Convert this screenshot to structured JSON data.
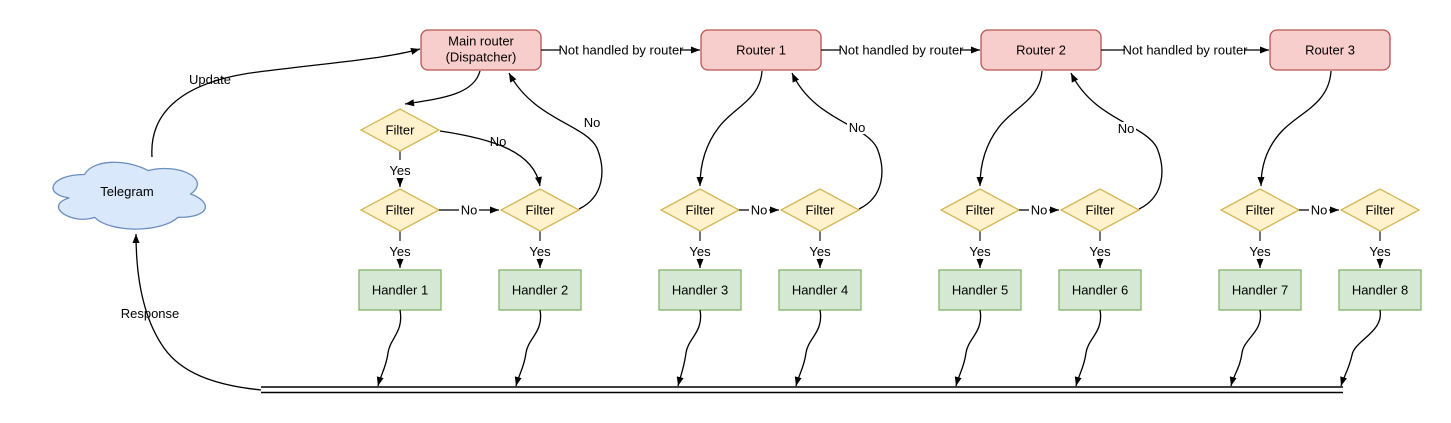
{
  "colors": {
    "cloud_fill": "#dae8fc",
    "cloud_stroke": "#6c8ebf",
    "router_fill": "#f8cecc",
    "router_stroke": "#b85450",
    "filter_fill": "#fff2cc",
    "filter_stroke": "#d6b656",
    "handler_fill": "#d5e8d4",
    "handler_stroke": "#82b366",
    "line": "#000000",
    "stub": "#666666",
    "text": "#000000",
    "bg": "#ffffff"
  },
  "cloud": {
    "label": "Telegram"
  },
  "edge_labels": {
    "update": "Update",
    "response": "Response",
    "yes": "Yes",
    "no": "No",
    "not_handled": "Not handled by router"
  },
  "routers": [
    {
      "label": "Main router",
      "sublabel": "(Dispatcher)"
    },
    {
      "label": "Router 1"
    },
    {
      "label": "Router 2"
    },
    {
      "label": "Router 3"
    }
  ],
  "filter_label": "Filter",
  "handlers": [
    "Handler 1",
    "Handler 2",
    "Handler 3",
    "Handler 4",
    "Handler 5",
    "Handler 6",
    "Handler 7",
    "Handler 8"
  ]
}
